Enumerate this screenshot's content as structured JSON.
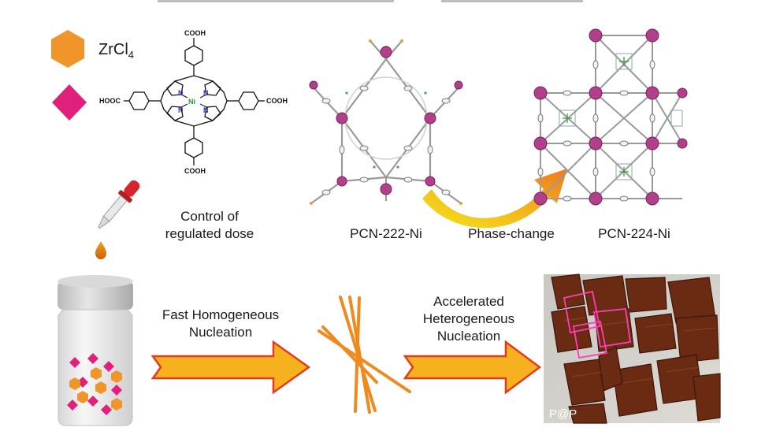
{
  "legend": {
    "metal_label": "ZrCl",
    "metal_subscript": "4"
  },
  "linker": {
    "group_top": "COOH",
    "group_left": "HOOC",
    "group_right": "COOH",
    "group_bottom": "COOH",
    "center_metal": "Ni",
    "nitrogen": "N"
  },
  "labels": {
    "dose_line1": "Control of",
    "dose_line2": "regulated dose",
    "mof_a": "PCN-222-Ni",
    "phase_change": "Phase-change",
    "mof_b": "PCN-224-Ni",
    "fast_line1": "Fast Homogeneous",
    "fast_line2": "Nucleation",
    "acc_line1": "Accelerated",
    "acc_line2": "Heterogeneous",
    "acc_line3": "Nucleation",
    "photo_tag": "P@P"
  },
  "colors": {
    "hexagon": "#f0952a",
    "diamond": "#e0207a",
    "arrow_fill": "#f5b21e",
    "arrow_edge": "#e8391f",
    "rod": "#ef8a1f",
    "crystal": "#6b2a12",
    "highlight": "#ff3db4"
  }
}
